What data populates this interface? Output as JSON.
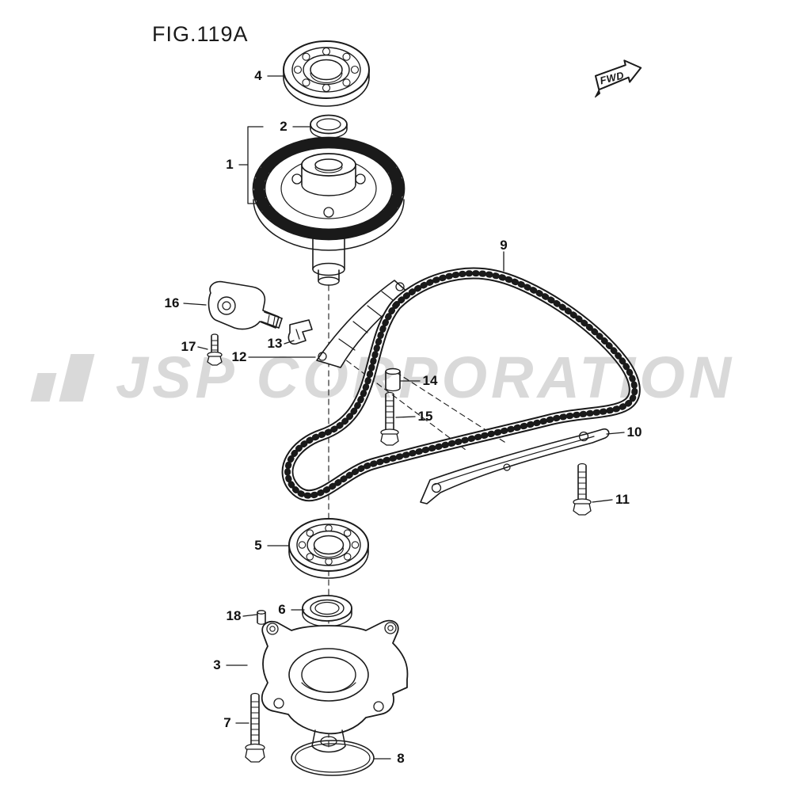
{
  "figure": {
    "title": "FIG.119A"
  },
  "orientation": {
    "fwd_label": "FWD"
  },
  "watermark": {
    "text": "JSP CORPORATION"
  },
  "parts": [
    {
      "ref": "1"
    },
    {
      "ref": "2"
    },
    {
      "ref": "3"
    },
    {
      "ref": "4"
    },
    {
      "ref": "5"
    },
    {
      "ref": "6"
    },
    {
      "ref": "7"
    },
    {
      "ref": "8"
    },
    {
      "ref": "9"
    },
    {
      "ref": "10"
    },
    {
      "ref": "11"
    },
    {
      "ref": "12"
    },
    {
      "ref": "13"
    },
    {
      "ref": "14"
    },
    {
      "ref": "15"
    },
    {
      "ref": "16"
    },
    {
      "ref": "17"
    },
    {
      "ref": "18"
    }
  ]
}
